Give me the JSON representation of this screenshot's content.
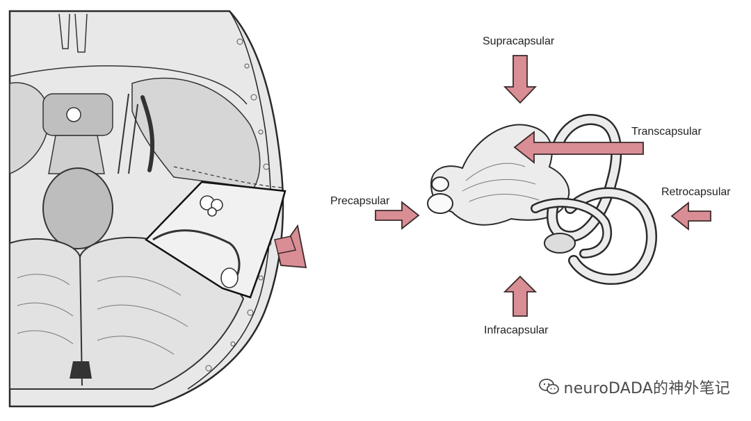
{
  "labels": {
    "supracapsular": "Supracapsular",
    "transcapsular": "Transcapsular",
    "retrocapsular": "Retrocapsular",
    "precapsular": "Precapsular",
    "infracapsular": "Infracapsular"
  },
  "watermark": {
    "text": "neuroDADA的神外笔记",
    "icon": "wechat-icon"
  },
  "colors": {
    "arrow_fill": "#d98d94",
    "arrow_stroke": "#3a2a2a",
    "line": "#2a2a2a",
    "shade": "#cfcfcf"
  }
}
